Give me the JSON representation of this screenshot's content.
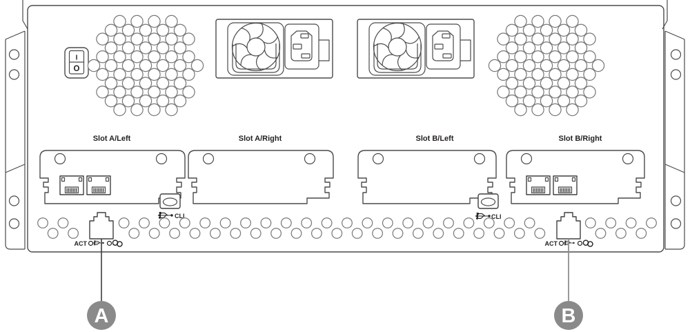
{
  "diagram": {
    "power_switch": {
      "on": "I",
      "off": "O"
    },
    "slots": [
      {
        "label": "Slot A/Left",
        "type": "dual-ethernet-card"
      },
      {
        "label": "Slot A/Right",
        "type": "blank-cover"
      },
      {
        "label": "Slot B/Left",
        "type": "blank-cover"
      },
      {
        "label": "Slot B/Right",
        "type": "dual-ethernet-card"
      }
    ],
    "cli_ports": {
      "left_label": "CLI",
      "right_label": "CLI"
    },
    "mgmt_ports": {
      "left_label": "ACT",
      "right_label": "ACT"
    },
    "callouts": {
      "a": "A",
      "b": "B"
    },
    "icons": {
      "cli": "usb-icon",
      "activity": "port-activity-icon",
      "link": "chain-link-icon",
      "led": "circle-outline"
    },
    "colors": {
      "outline": "#4a4a4a",
      "vent": "#7a7a7a",
      "text": "#231f20",
      "callout_fill": "#8a8a8a",
      "callout_text": "#ffffff",
      "leader_a": "#3c3c3c",
      "leader_b": "#8f8f8f"
    }
  }
}
